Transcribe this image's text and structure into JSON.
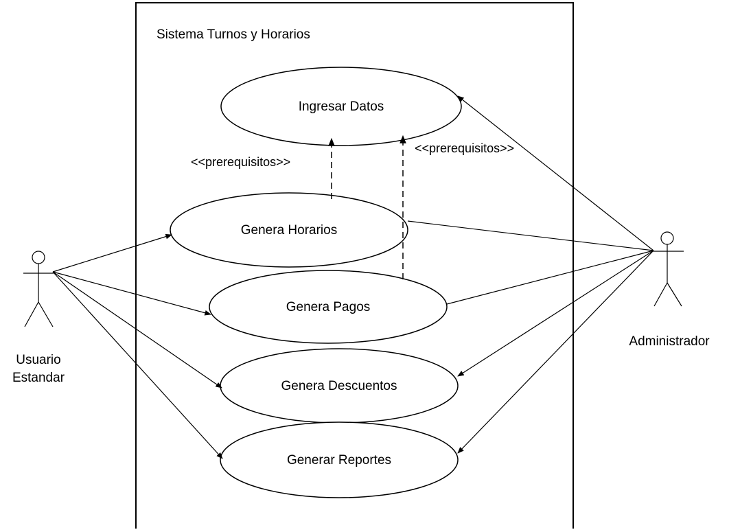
{
  "system": {
    "title": "Sistema Turnos y Horarios"
  },
  "use_cases": {
    "ingresar": "Ingresar Datos",
    "horarios": "Genera Horarios",
    "pagos": "Genera Pagos",
    "descuentos": "Genera Descuentos",
    "reportes": "Generar Reportes"
  },
  "actors": {
    "usuario": {
      "line1": "Usuario",
      "line2": "Estandar"
    },
    "admin": {
      "label": "Administrador"
    }
  },
  "relations": {
    "left_stereotype": "<<prerequisitos>>",
    "right_stereotype": "<<prerequisitos>>"
  }
}
